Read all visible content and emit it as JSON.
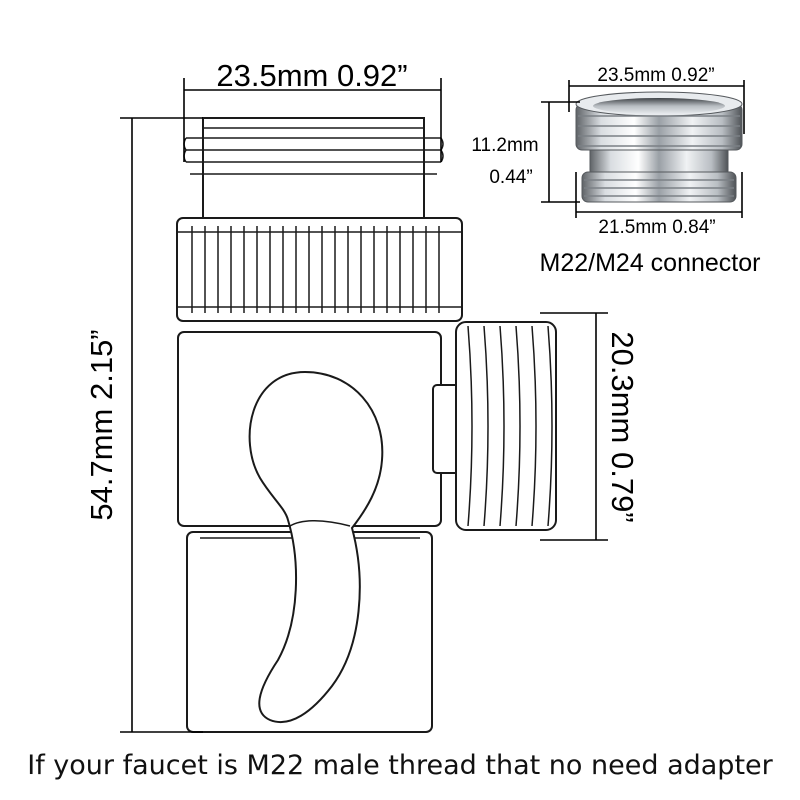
{
  "main_diagram": {
    "top_width_label": "23.5mm 0.92”",
    "height_label": "54.7mm 2.15”",
    "side_thread_label": "20.3mm 0.79”"
  },
  "connector": {
    "top_width_label": "23.5mm 0.92”",
    "height_label_line1": "11.2mm",
    "height_label_line2": "0.44”",
    "bottom_width_label": "21.5mm 0.84”",
    "name": "M22/M24 connector"
  },
  "caption": "If your faucet is M22 male thread that no need adapter",
  "colors": {
    "line": "#1a1a1a",
    "background": "#ffffff",
    "chrome_dark": "#6e7276",
    "chrome_light": "#f2f4f6"
  }
}
